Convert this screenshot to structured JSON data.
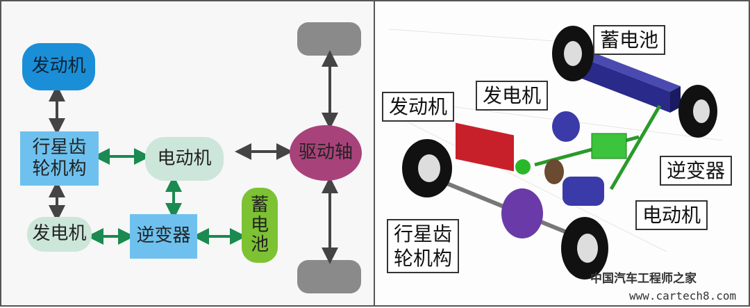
{
  "left_diagram": {
    "engine": "发动机",
    "planetary_gear": "行星齿轮机构",
    "planetary_gear_line1": "行星齿",
    "planetary_gear_line2": "轮机构",
    "motor": "电动机",
    "drive_shaft": "驱动轴",
    "generator": "发电机",
    "inverter": "逆变器",
    "battery": "蓄电池",
    "battery_chars": [
      "蓄",
      "电",
      "池"
    ]
  },
  "right_illustration": {
    "battery": "蓄电池",
    "generator": "发电机",
    "engine": "发动机",
    "inverter": "逆变器",
    "motor": "电动机",
    "planetary_gear_line1": "行星齿",
    "planetary_gear_line2": "轮机构"
  },
  "watermark": {
    "title": "中国汽车工程师之家",
    "url": "www.cartech8.com"
  },
  "colors": {
    "engine": "#1a8fd8",
    "gear": "#6ec1ee",
    "motor": "#cde6da",
    "drive": "#a8427a",
    "battery": "#7cc232",
    "wheel": "#8a8a8a",
    "arrow_gray": "#444444",
    "arrow_green": "#1a8a50"
  }
}
